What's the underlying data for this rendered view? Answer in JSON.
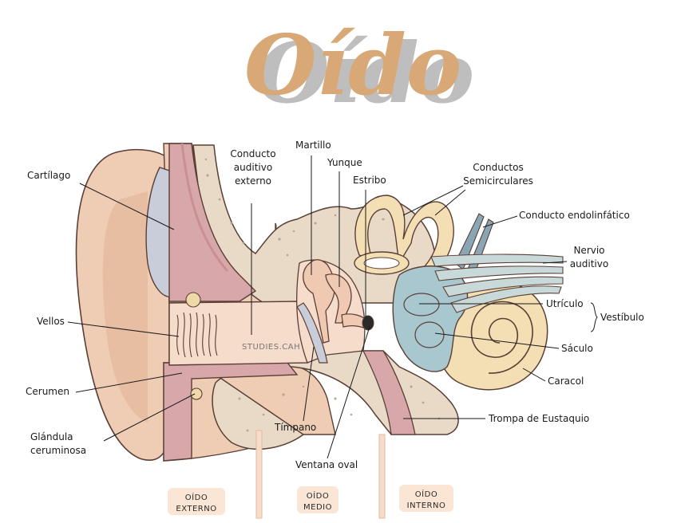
{
  "title": "Oído",
  "watermark": "STUDIES.CAH",
  "labels": {
    "cartilago": "Cartílago",
    "conducto_auditivo_externo": [
      "Conducto",
      "auditivo",
      "externo"
    ],
    "martillo": "Martillo",
    "yunque": "Yunque",
    "estribo": "Estribo",
    "conductos_semicirculares": [
      "Conductos",
      "Semicirculares"
    ],
    "conducto_endolinfatico": "Conducto endolinfático",
    "nervio_auditivo": [
      "Nervio",
      "auditivo"
    ],
    "vellos": "Vellos",
    "utriculo": "Utrículo",
    "vestibulo": "Vestíbulo",
    "saculo": "Sáculo",
    "cerumen": "Cerumen",
    "caracol": "Caracol",
    "trompa_eustaquio": "Trompa de Eustaquio",
    "glandula_ceruminosa": [
      "Glándula",
      "ceruminosa"
    ],
    "timpano": "Tímpano",
    "ventana_oval": "Ventana oval"
  },
  "sections": {
    "externo": [
      "OÍDO",
      "EXTERNO"
    ],
    "medio": [
      "OÍDO",
      "MEDIO"
    ],
    "interno": [
      "OÍDO",
      "INTERNO"
    ]
  },
  "colors": {
    "title_main": "#d9a877",
    "title_shadow": "#b3b3b3",
    "skin": "#efcdb5",
    "skin_dark": "#e6b89e",
    "bone": "#e8dac6",
    "cartilage": "#c9ccd9",
    "canal": "#f5dccb",
    "muscle": "#d7a7a9",
    "muscle_dark": "#c98f93",
    "inner_ear": "#f3dfb3",
    "vestibule": "#a9c7ce",
    "nerve": "#c9d9d9",
    "ossicle": "#f0c9b3",
    "section_bg": "#fbe6d6"
  }
}
